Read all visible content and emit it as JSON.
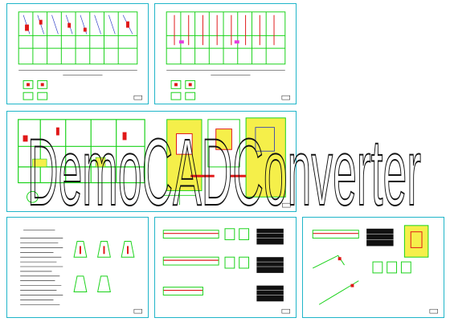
{
  "watermark": {
    "text": "DemoCADConverter"
  },
  "colors": {
    "sheet_border": "#1fb5c9",
    "line_green": "#19d219",
    "line_red": "#e01818",
    "line_blue": "#1c2cc0",
    "fill_yellow": "#f5ef4a",
    "fill_magenta": "#e63de0",
    "ink_black": "#111111"
  },
  "sheets": [
    {
      "id": "S1",
      "kind": "floor-plan"
    },
    {
      "id": "S2",
      "kind": "floor-plan"
    },
    {
      "id": "S3",
      "kind": "elevation-plan"
    },
    {
      "id": "S4",
      "kind": "notes-details"
    },
    {
      "id": "S5",
      "kind": "beam-sections"
    },
    {
      "id": "S6",
      "kind": "stair-details"
    }
  ]
}
